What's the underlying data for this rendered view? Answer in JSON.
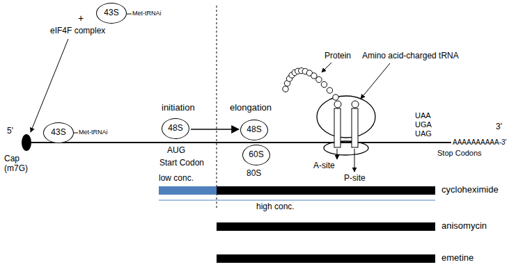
{
  "diagram": {
    "nodes": [
      {
        "text": [
          "43S"
        ]
      },
      {
        "text": [
          "43S"
        ]
      },
      {
        "text": [
          "48S"
        ]
      },
      {
        "text": [
          "48S"
        ]
      },
      {
        "text": [
          "60S"
        ]
      }
    ],
    "edges": [
      {
        "from": 2,
        "to": 3,
        "arrow": "to"
      }
    ],
    "labels": [
      "+",
      "eIF4F complex",
      "5'",
      "Cap (m7G)",
      "Met-tRNAi",
      "Met-tRNAi",
      "initiation",
      "AUG",
      "Start Codon",
      "elongation",
      "80S",
      "Protein",
      "Amino acid-charged tRNA",
      "A-site",
      "P-site",
      "UAA",
      "UGA",
      "UAG",
      "Stop Codons",
      "3'",
      "AAAAAAAAAA-3'",
      "low conc.",
      "high conc.",
      "cycloheximide",
      "anisomycin",
      "emetine"
    ]
  }
}
